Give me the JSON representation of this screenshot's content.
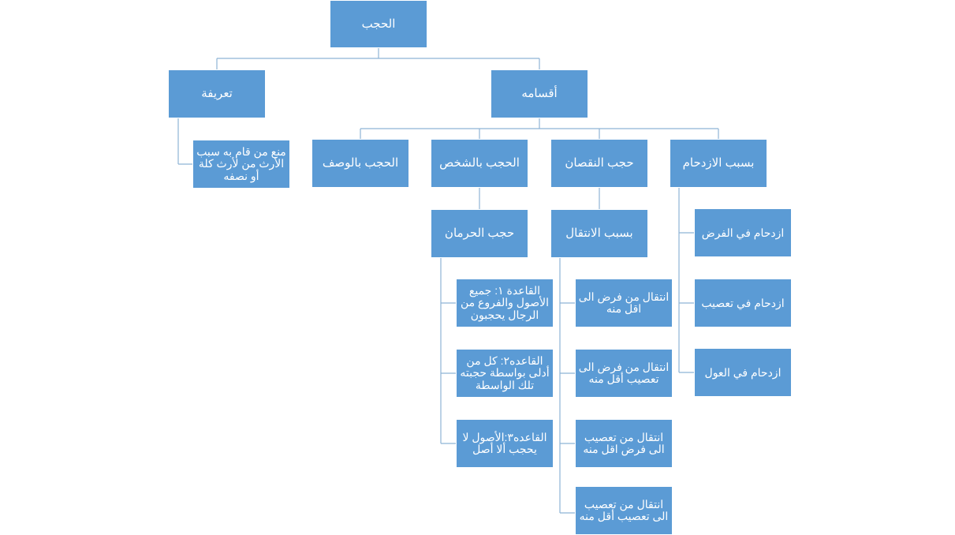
{
  "root": {
    "label": "الحجب"
  },
  "definition": {
    "title": "تعريفة",
    "text": "منع من قام به سبب الأرث من لأرث كلة أو نصفه"
  },
  "divisions": {
    "title": "أقسامه",
    "by_description": "الحجب بالوصف",
    "by_person": {
      "title": "الحجب بالشخص",
      "deprivation": {
        "title": "حجب الحرمان",
        "rules": [
          "القاعدة ١: جميع الأصول والفروع من الرجال يحجبون",
          "القاعده٢: كل من أدلى بواسطة حجبته تلك الواسطة",
          "القاعده٣:الأصول لا يحجب ألا أصل"
        ]
      }
    },
    "reduction": {
      "title": "حجب النقصان",
      "transfer": {
        "title": "بسبب الانتقال",
        "items": [
          "انتقال من فرض الى اقل منه",
          "انتقال من فرض الى تعصيب أقل منه",
          "انتقال من تعصيب الى فرض اقل منه",
          "انتقال من تعصيب الى تعصيب أقل منه"
        ]
      }
    },
    "crowding": {
      "title": "بسبب الازدحام",
      "items": [
        "ازدحام في الفرض",
        "ازدحام في تعصيب",
        "ازدحام في العول"
      ]
    }
  }
}
